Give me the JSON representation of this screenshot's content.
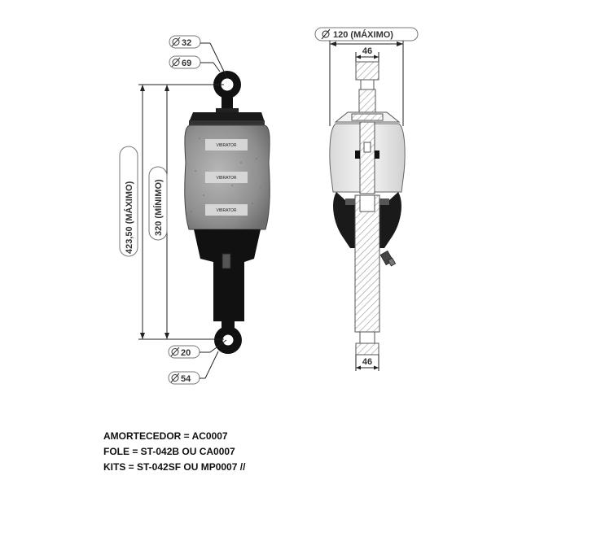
{
  "dimensions": {
    "eye_top_inner": "32",
    "eye_top_outer": "69",
    "length_max": "423,50 (MÁXIMO)",
    "length_min": "320 (MÍNIMO)",
    "eye_bottom_inner": "20",
    "eye_bottom_outer": "54",
    "bellow_width_max": "120 (MÁXIMO)",
    "rod_top_width": "46",
    "rod_bottom_width": "46"
  },
  "brand_labels": [
    "VIBRATOR",
    "VIBRATOR",
    "VIBRATOR"
  ],
  "codes": [
    "AMORTECEDOR = AC0007",
    "FOLE = ST-042B OU CA0007",
    "KITS = ST-042SF OU MP0007 //"
  ]
}
